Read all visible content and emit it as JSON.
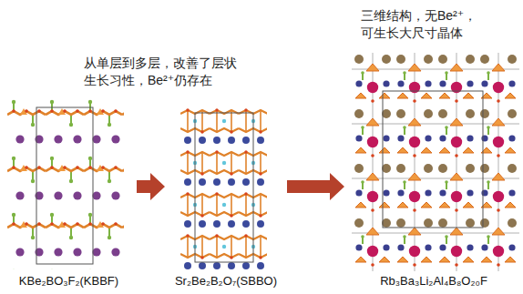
{
  "diagram": {
    "nodes": [
      {
        "text": [
          "KBe₂BO₃F₂(KBBF)"
        ]
      },
      {
        "text": [
          "Sr₂Be₂B₂O₇(SBBO)"
        ]
      },
      {
        "text": [
          "Rb₃Ba₃Li₂Al₄B₈O₂₀F"
        ]
      }
    ],
    "edges": [
      {
        "from": 0,
        "to": 1,
        "arrow": "to"
      },
      {
        "from": 1,
        "to": 2,
        "arrow": "to"
      }
    ],
    "labels": [
      "从单层到多层，改善了层状 生长习性，Be²⁺仍存在",
      "三维结构，无Be²⁺， 可生长大尺寸晶体"
    ]
  }
}
